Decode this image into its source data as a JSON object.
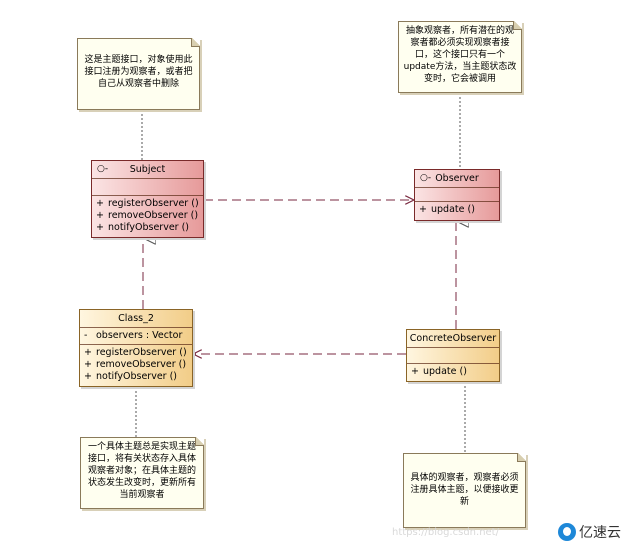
{
  "classes": {
    "subject": {
      "name": "Subject",
      "is_interface": true,
      "interface_symbol": "○-",
      "operations": [
        {
          "vis": "+",
          "text": "registerObserver ()"
        },
        {
          "vis": "+",
          "text": "removeObserver ()"
        },
        {
          "vis": "+",
          "text": "notifyObserver ()"
        }
      ]
    },
    "observer": {
      "name": "Observer",
      "is_interface": true,
      "interface_symbol": "○-",
      "operations": [
        {
          "vis": "+",
          "text": "update ()"
        }
      ]
    },
    "class2": {
      "name": "Class_2",
      "attributes": [
        {
          "vis": "-",
          "text": "observers   : Vector"
        }
      ],
      "operations": [
        {
          "vis": "+",
          "text": "registerObserver ()"
        },
        {
          "vis": "+",
          "text": "removeObserver ()"
        },
        {
          "vis": "+",
          "text": "notifyObserver ()"
        }
      ]
    },
    "concrete_observer": {
      "name": "ConcreteObserver",
      "operations": [
        {
          "vis": "+",
          "text": "update ()"
        }
      ]
    }
  },
  "notes": {
    "subject_note": "这是主题接口，对象使用此接口注册为观察者，或者把自己从观察者中删除",
    "observer_note": "抽象观察者，所有潜在的观察者都必须实现观察者接口，这个接口只有一个update方法，当主题状态改变时，它会被调用",
    "class2_note": "一个具体主题总是实现主题接口，将有关状态存入具体观察者对象；在具体主题的状态发生改变时，更新所有当前观察者",
    "concrete_observer_note": "具体的观察者，观察者必须注册具体主题，以便接收更新"
  },
  "watermark": "https://blog.csdn.net/",
  "logo_text": "亿速云",
  "colors": {
    "subject_fill": "#e69a9a",
    "class2_fill": "#f2cd88",
    "line": "#8a3030"
  }
}
